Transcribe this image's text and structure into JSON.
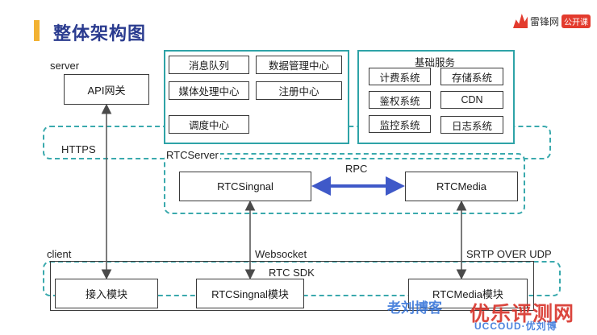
{
  "header": {
    "title": "整体架构图"
  },
  "logo": {
    "text": "雷锋网",
    "tag": "公开课"
  },
  "zones": {
    "server": "server",
    "https": "HTTPS",
    "rtc_server": "RTCServer",
    "client": "client",
    "rtc_sdk": "RTC SDK"
  },
  "nodes": {
    "api_gateway": "API网关",
    "message_queue": "消息队列",
    "data_center": "数据管理中心",
    "media_center": "媒体处理中心",
    "register_center": "注册中心",
    "dispatch_center": "调度中心",
    "rtc_signal": "RTCSingnal",
    "rtc_media": "RTCMedia",
    "access_module": "接入模块",
    "signal_module": "RTCSingnal模块",
    "media_module": "RTCMedia模块"
  },
  "base_services": {
    "title": "基础服务",
    "items": [
      "计费系统",
      "存储系统",
      "鉴权系统",
      "CDN",
      "监控系统",
      "日志系统"
    ]
  },
  "edges": {
    "rpc": "RPC",
    "websocket": "Websocket",
    "srtp": "SRTP OVER UDP"
  },
  "watermark": {
    "line1": "老刘博客",
    "line2": "优乐评测网",
    "line3": "UCCOUD·优刘博"
  },
  "colors": {
    "teal": "#2ea3a7",
    "arrow_blue": "#3f59c8",
    "title_blue": "#2a3b8f",
    "accent": "#f2b233"
  }
}
